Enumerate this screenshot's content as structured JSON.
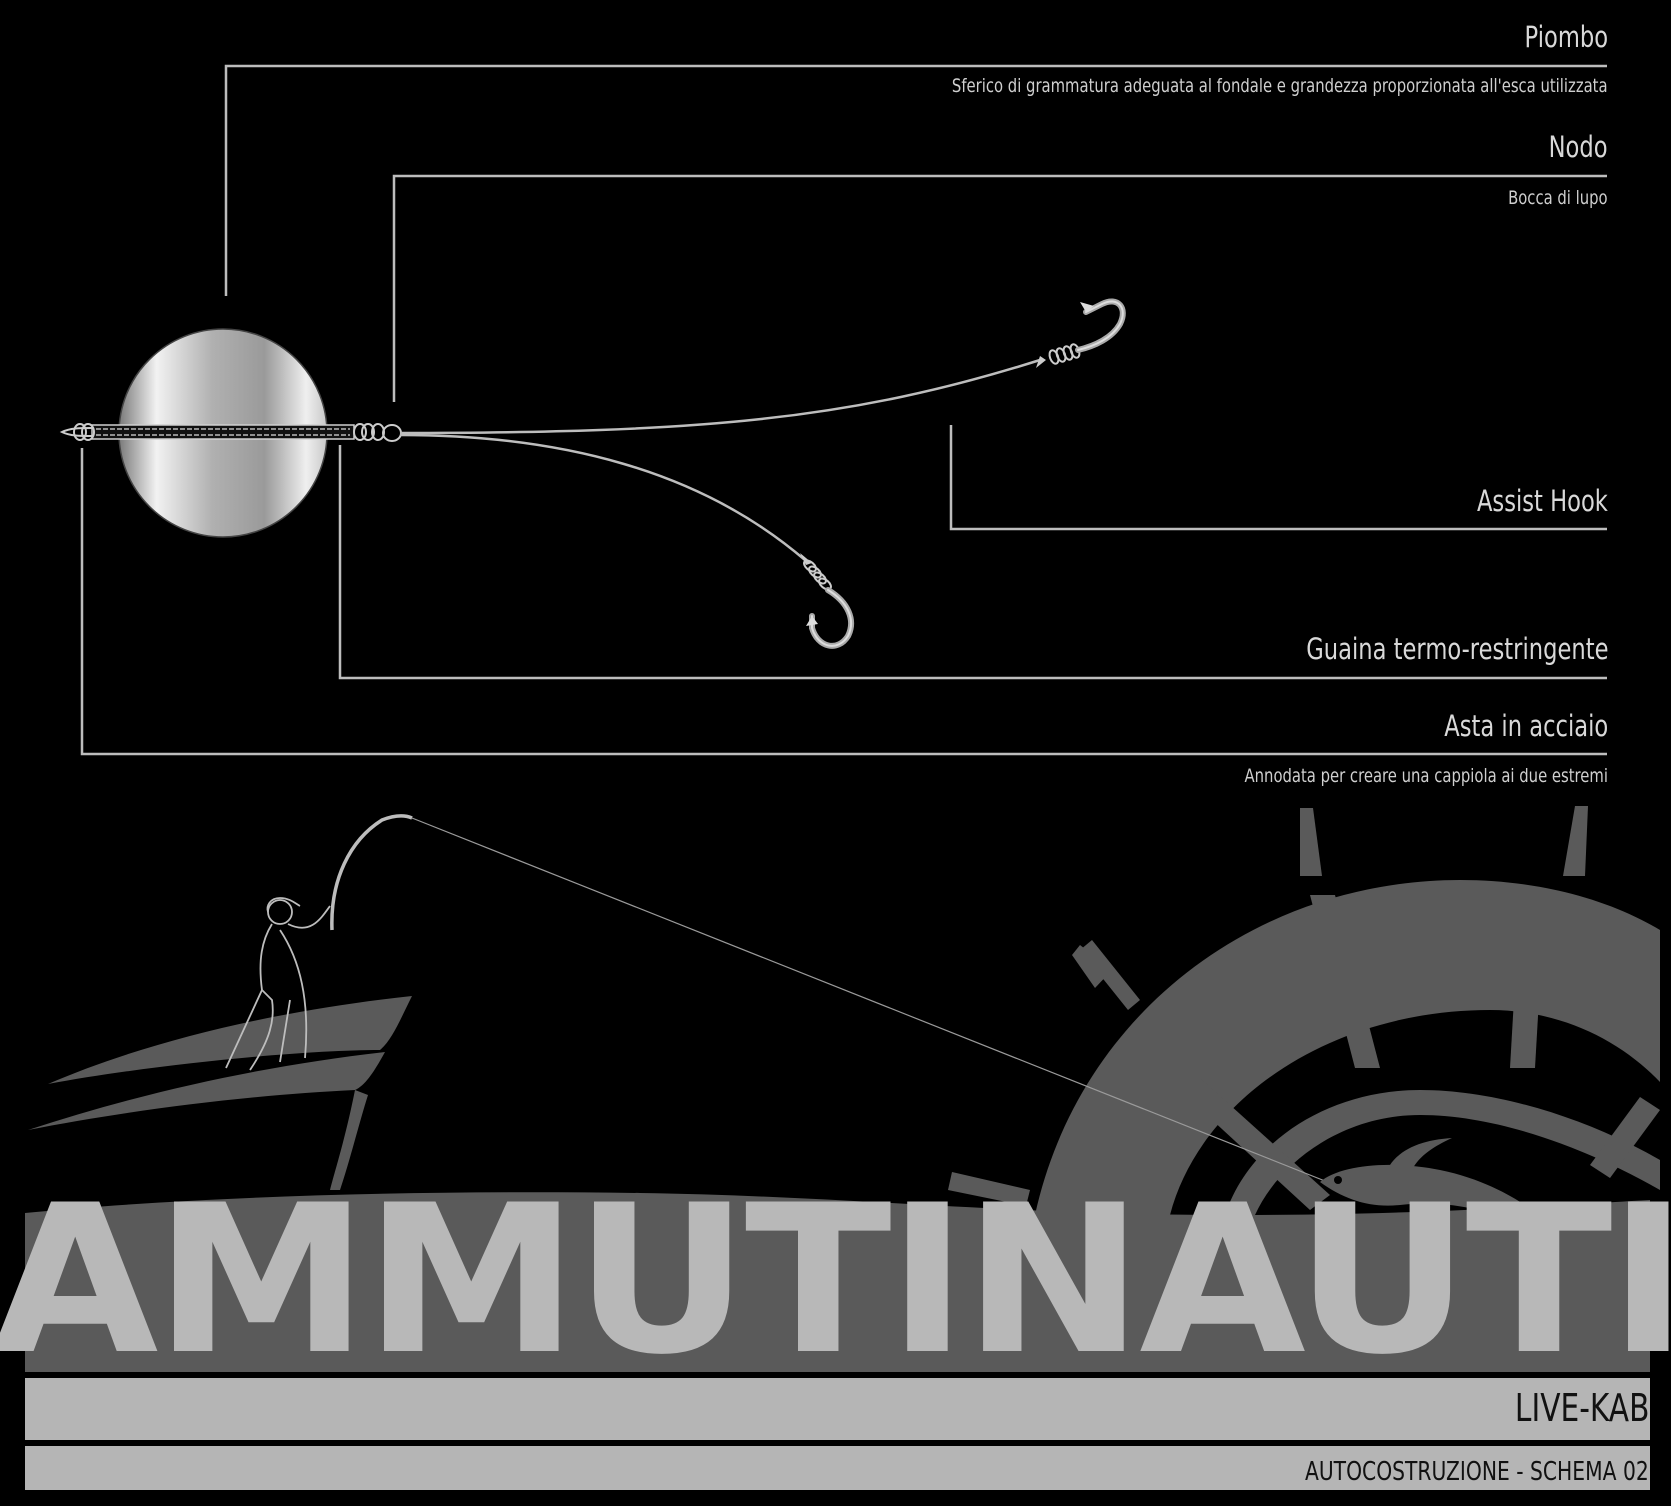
{
  "labels": {
    "piombo": {
      "title": "Piombo",
      "desc": "Sferico di grammatura adeguata al fondale e grandezza proporzionata all'esca utilizzata"
    },
    "nodo": {
      "title": "Nodo",
      "desc": "Bocca di lupo"
    },
    "assist_hook": {
      "title": "Assist Hook"
    },
    "guaina": {
      "title": "Guaina termo-restringente"
    },
    "asta": {
      "title": "Asta in acciaio",
      "desc": "Annodata per creare una cappiola ai due estremi"
    }
  },
  "brand": {
    "name": "AMMUTINAUTI",
    "product": "LIVE-KAB",
    "subtitle": "AUTOCOSTRUZIONE - SCHEMA 02"
  },
  "colors": {
    "background": "#000000",
    "line": "#bdbdbd",
    "wave": "#5a5a5a",
    "brand_text": "#b8b8b8",
    "band": "#b5b5b5"
  }
}
